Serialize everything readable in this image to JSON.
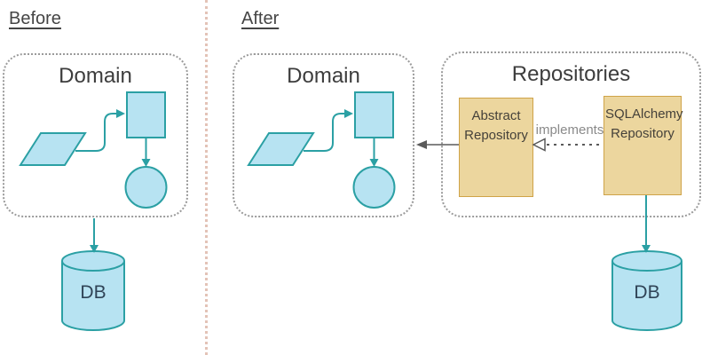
{
  "labels": {
    "before": "Before",
    "after": "After"
  },
  "before_panel": {
    "domain_title": "Domain",
    "db_label": "DB"
  },
  "after_panel": {
    "domain_title": "Domain",
    "repositories_title": "Repositories",
    "abstract_repository_label": "Abstract Repository",
    "sqlalchemy_repository_label": "SQLAlchemy Repository",
    "implements_label": "implements",
    "db_label": "DB"
  },
  "colors": {
    "shape_fill": "#b7e3f2",
    "shape_stroke": "#2ba0a4",
    "repo_box_fill": "#ecd69e",
    "repo_box_stroke": "#cfa348",
    "dashed_container": "#9b9b9b",
    "title_text": "#3d3d3d",
    "db_text": "#2f4356",
    "implements_text": "#8a8a8a",
    "uml_arrow": "#5a5a5a",
    "divider": "#e3c3b7"
  }
}
